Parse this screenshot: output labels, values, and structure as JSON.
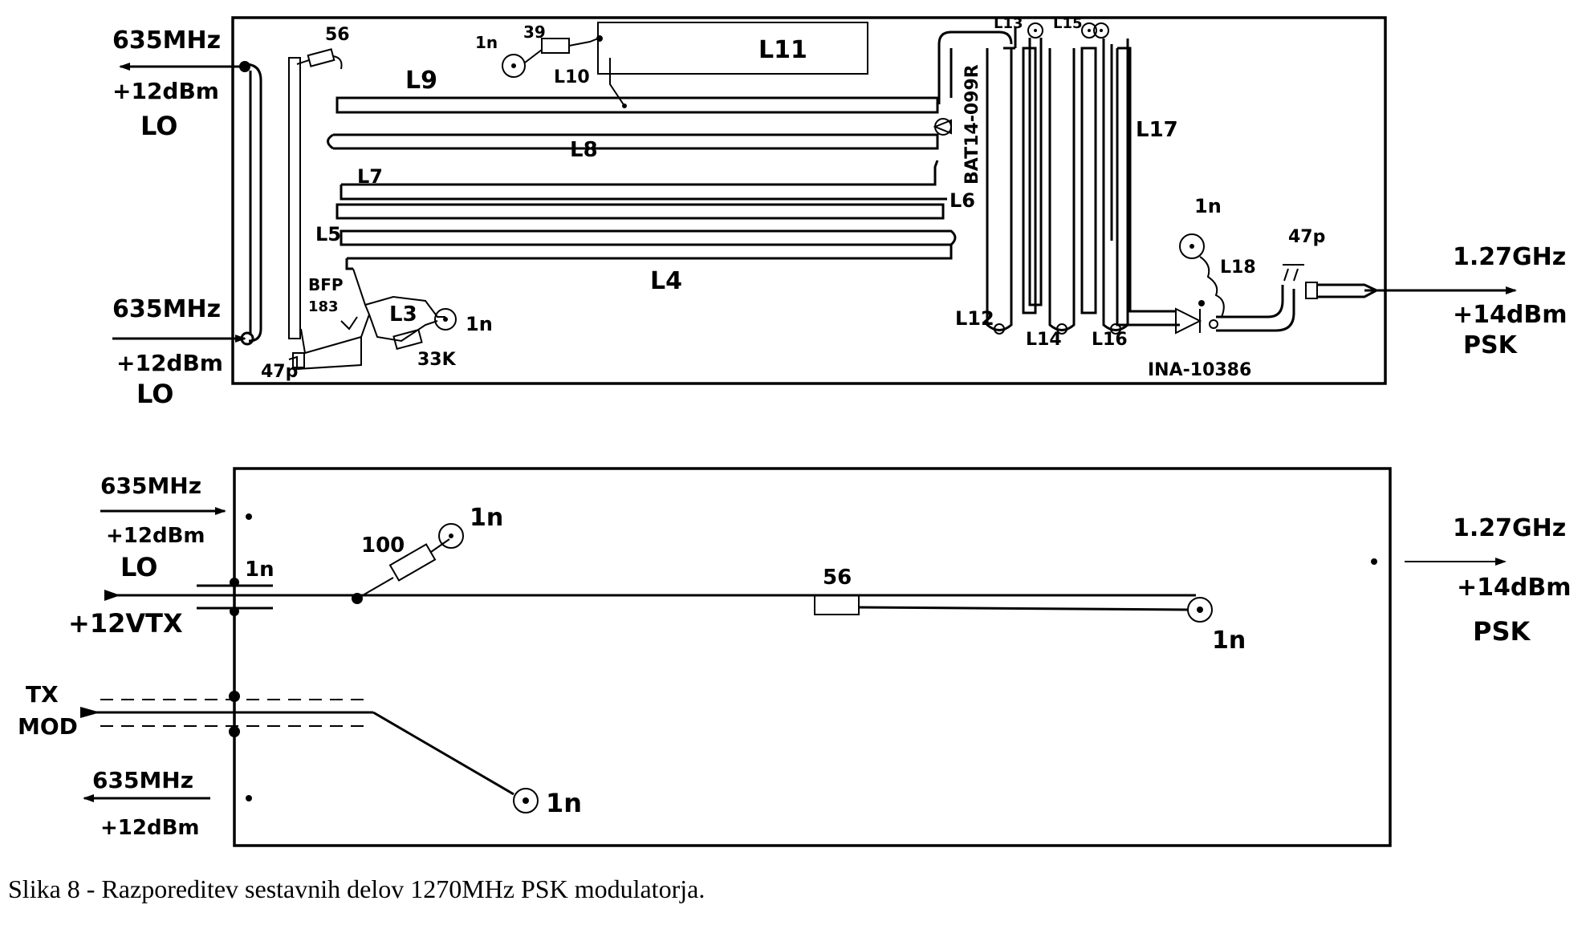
{
  "top_view": {
    "lo_out": {
      "freq": "635MHz",
      "level": "+12dBm",
      "name": "LO"
    },
    "lo_in": {
      "freq": "635MHz",
      "level": "+12dBm",
      "name": "LO"
    },
    "output": {
      "freq": "1.27GHz",
      "level": "+14dBm",
      "mode": "PSK"
    },
    "components": {
      "r56": "56",
      "c1n_l10": "1n",
      "r39": "39",
      "l10": "L10",
      "l11": "L11",
      "l9": "L9",
      "l8": "L8",
      "l6": "L6",
      "l5": "L5",
      "l7": "L7",
      "l4": "L4",
      "l3": "L3",
      "bat14": "BAT14-099R",
      "bfp": "BFP",
      "bfp_num": "183",
      "c1n_l3": "1n",
      "r33k": "33K",
      "c47p_left": "47p",
      "l12": "L12",
      "l13": "L13",
      "l14": "L14",
      "l15": "L15",
      "l16": "L16",
      "l17": "L17",
      "l18": "L18",
      "c1n_l18": "1n",
      "c47p_right": "47p",
      "ina": "INA-10386"
    }
  },
  "bottom_view": {
    "lo_in": {
      "freq": "635MHz",
      "level": "+12dBm",
      "name": "LO"
    },
    "vtx": "+12VTX",
    "tx_mod": {
      "line1": "TX",
      "line2": "MOD"
    },
    "lo_out": {
      "freq": "635MHz",
      "level": "+12dBm"
    },
    "output": {
      "freq": "1.27GHz",
      "level": "+14dBm",
      "mode": "PSK"
    },
    "components": {
      "c1n_feed": "1n",
      "r100": "100",
      "c1n_r100": "1n",
      "r56": "56",
      "c1n_r56": "1n",
      "c1n_mod": "1n"
    }
  },
  "caption": "Slika 8 - Razporeditev sestavnih delov 1270MHz PSK modulatorja."
}
